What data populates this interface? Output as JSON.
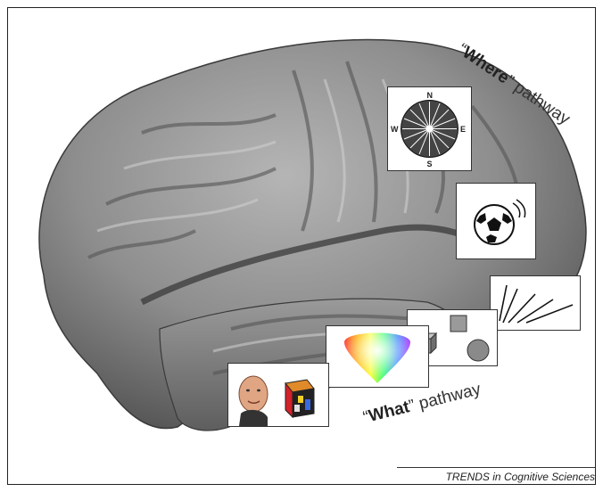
{
  "diagram": {
    "where_pathway": {
      "bold": "Where",
      "rest": " pathway"
    },
    "what_pathway": {
      "bold": "What",
      "rest": " pathway"
    },
    "compass": {
      "n": "N",
      "s": "S",
      "e": "E",
      "w": "W"
    },
    "credit": "TRENDS in Cognitive Sciences"
  },
  "colors": {
    "brain": "#8a8a8a",
    "frame": "#222222"
  }
}
